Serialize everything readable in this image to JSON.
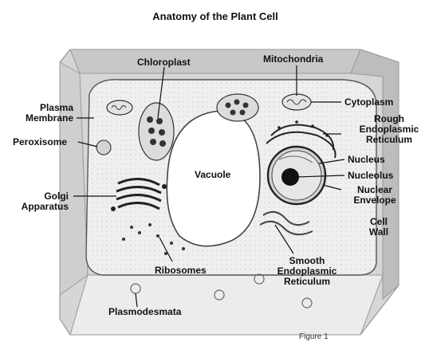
{
  "title": "Anatomy of the Plant Cell",
  "labels": {
    "chloroplast": "Chloroplast",
    "mitochondria": "Mitochondria",
    "plasma_membrane": [
      "Plasma",
      "Membrane"
    ],
    "cytoplasm": "Cytoplasm",
    "rough_er": [
      "Rough",
      "Endoplasmic",
      "Reticulum"
    ],
    "peroxisome": "Peroxisome",
    "nucleus": "Nucleus",
    "vacuole": "Vacuole",
    "nucleolus": "Nucleolus",
    "golgi": [
      "Golgi",
      "Apparatus"
    ],
    "nuclear_envelope": [
      "Nuclear",
      "Envelope"
    ],
    "cell_wall": [
      "Cell",
      "Wall"
    ],
    "ribosomes": "Ribosomes",
    "smooth_er": [
      "Smooth",
      "Endoplasmic",
      "Reticulum"
    ],
    "plasmodesmata": "Plasmodesmata"
  },
  "figure_caption": "Figure 1",
  "colors": {
    "wall_fill": "#e3e3e3",
    "wall_shade": "#c4c4c4",
    "membrane_stroke": "#555555",
    "cytoplasm_fill": "#efefef",
    "vacuole_fill": "#ffffff",
    "organelle_dark": "#2a2a2a",
    "label_text": "#111111"
  }
}
